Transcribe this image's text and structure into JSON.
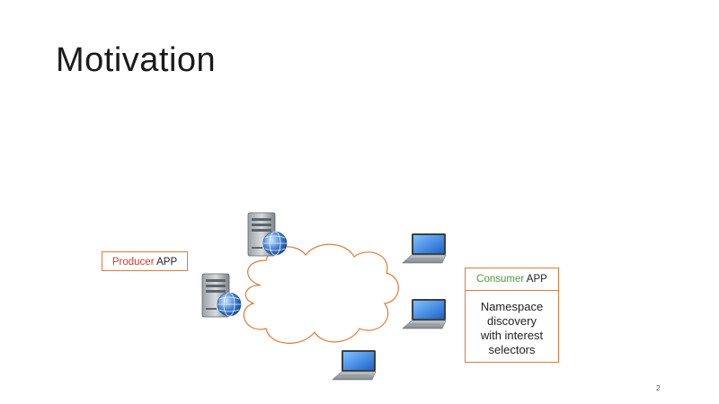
{
  "slide": {
    "title": "Motivation",
    "page_number": "2"
  },
  "producer": {
    "name": "Producer",
    "suffix": " APP",
    "name_color": "#d9362b"
  },
  "consumer": {
    "name": "Consumer",
    "suffix": " APP",
    "name_color": "#4a9b3a",
    "description_lines": [
      "Namespace",
      "discovery",
      "with interest",
      "selectors"
    ]
  },
  "colors": {
    "border": "#e07b39",
    "cloud_stroke": "#e07b39"
  },
  "icons": {
    "servers": [
      "server-globe-icon",
      "server-globe-icon"
    ],
    "laptops": [
      "laptop-icon",
      "laptop-icon",
      "laptop-icon"
    ],
    "network": "cloud-icon"
  }
}
